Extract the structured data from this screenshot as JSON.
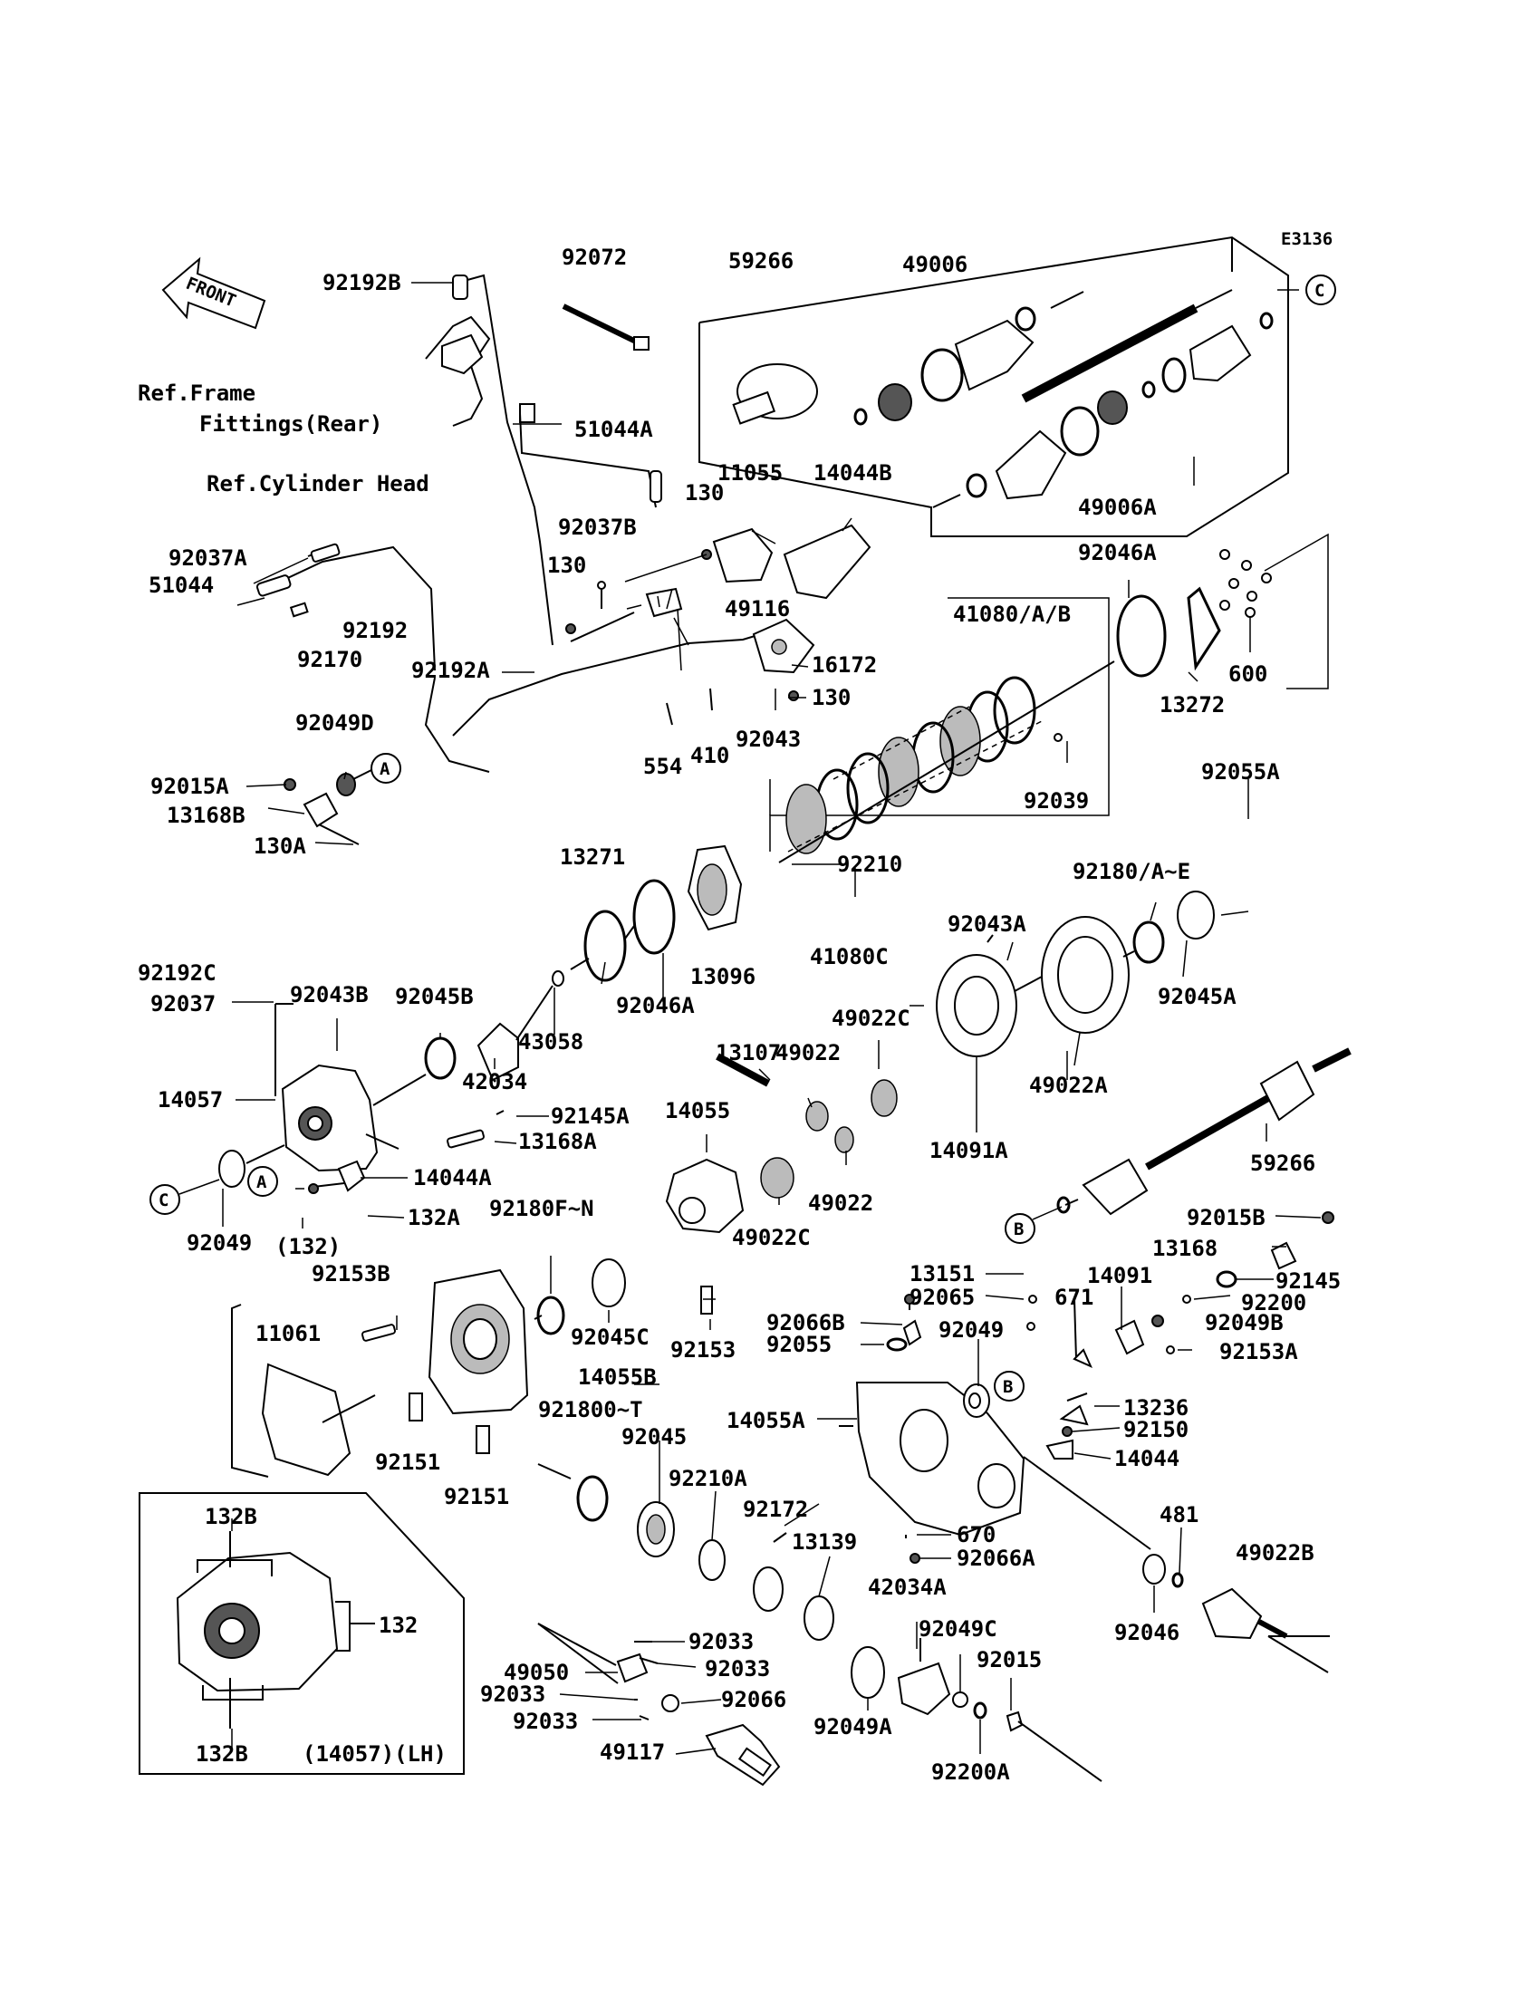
{
  "diagram_id": "E3136",
  "front_arrow_text": "FRONT",
  "ref_notes": {
    "frame_line1": "Ref.Frame",
    "frame_line2": "Fittings(Rear)",
    "cylinder_head": "Ref.Cylinder Head"
  },
  "inset_caption": "(14057)(LH)",
  "callouts": {
    "A": "A",
    "B": "B",
    "C": "C"
  },
  "part_numbers": [
    "92192B",
    "92072",
    "59266",
    "49006",
    "51044A",
    "11055",
    "14044B",
    "130",
    "92037B",
    "49116",
    "92037A",
    "51044",
    "92192",
    "92170",
    "92192A",
    "16172",
    "92043",
    "554",
    "410",
    "49006A",
    "92046A",
    "13272",
    "600",
    "41080/A/B",
    "92039",
    "92049D",
    "92015A",
    "13168B",
    "130A",
    "92055A",
    "92210",
    "41080C",
    "92180/A~E",
    "13271",
    "13096",
    "92046A",
    "92045B",
    "42034",
    "43058",
    "92192C",
    "92037",
    "92043B",
    "92043A",
    "92045A",
    "14057",
    "92145A",
    "13168A",
    "13107",
    "49022C",
    "49022",
    "14055",
    "49022C",
    "49022",
    "49022A",
    "14091A",
    "59266",
    "14044A",
    "132A",
    "92049",
    "(132)",
    "92180F~N",
    "92153B",
    "92045C",
    "92153",
    "92015B",
    "13168",
    "92145",
    "13151",
    "92065",
    "14091",
    "671",
    "92200",
    "92066B",
    "92049",
    "92049B",
    "92055",
    "92153A",
    "11061",
    "14055B",
    "92151",
    "921800~T",
    "92045",
    "92210A",
    "92151",
    "14055A",
    "13236",
    "92150",
    "14044",
    "92172",
    "670",
    "13139",
    "92066A",
    "481",
    "49022B",
    "92046",
    "42034A",
    "92033",
    "92049C",
    "49050",
    "92033",
    "92015",
    "92033",
    "92033",
    "92066",
    "49117",
    "92049A",
    "92200A",
    "132B",
    "132",
    "132B"
  ]
}
